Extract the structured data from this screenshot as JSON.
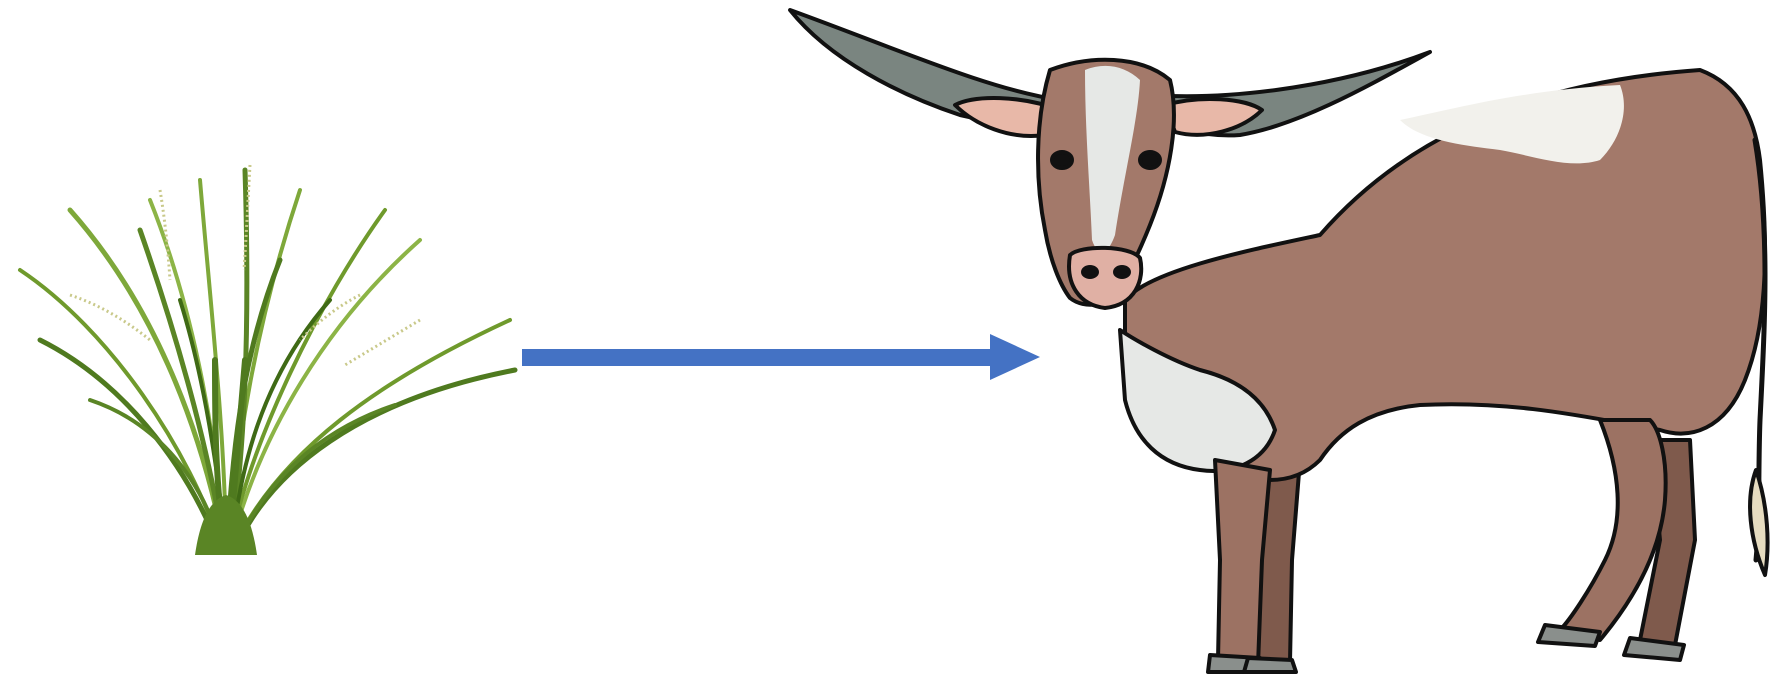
{
  "diagram": {
    "nodes": [
      {
        "id": "grass",
        "icon": "grass-icon"
      },
      {
        "id": "cow",
        "icon": "longhorn-cow-icon"
      }
    ],
    "edges": [
      {
        "from": "grass",
        "to": "cow",
        "icon": "arrow-right-icon"
      }
    ]
  },
  "colors": {
    "background": "#ffffff",
    "arrow": "#4472c4",
    "grass_dark": "#4f7a1f",
    "grass_light": "#7ea83a",
    "seed_heads": "#c9c98a",
    "cow_body": "#a3796a",
    "cow_shadow": "#7f5a4c",
    "cow_white": "#e6e8e6",
    "horn": "#7a8580",
    "hoof": "#8a8f8c",
    "outline": "#111111"
  }
}
